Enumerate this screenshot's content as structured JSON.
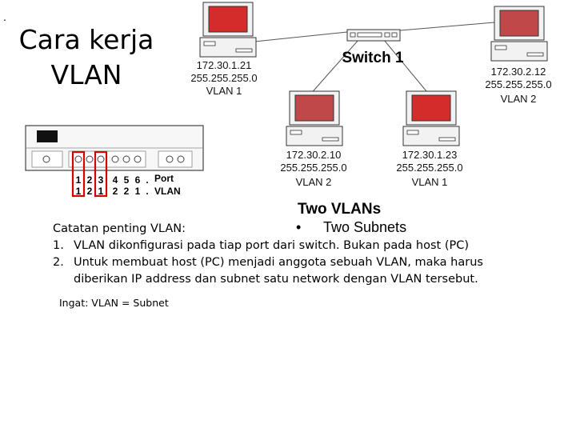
{
  "slide": {
    "marker": ".",
    "title_line1": "Cara kerja",
    "title_line2": "VLAN"
  },
  "diagram": {
    "switch_label": "Switch 1",
    "hosts": [
      {
        "ip": "172.30.1.21",
        "mask": "255.255.255.0",
        "vlan": "VLAN 1"
      },
      {
        "ip": "172.30.2.12",
        "mask": "255.255.255.0",
        "vlan": "VLAN 2"
      },
      {
        "ip": "172.30.2.10",
        "mask": "255.255.255.0",
        "vlan": "VLAN 2"
      },
      {
        "ip": "172.30.1.23",
        "mask": "255.255.255.0",
        "vlan": "VLAN 1"
      }
    ],
    "port_panel": {
      "port_numbers": [
        "1",
        "2",
        "3",
        "4",
        "5",
        "6",
        "."
      ],
      "vlan_numbers": [
        "1",
        "2",
        "1",
        "2",
        "2",
        "1",
        "."
      ],
      "port_label": "Port",
      "vlan_label": "VLAN"
    },
    "caption_title": "Two VLANs",
    "caption_bullet": "•",
    "caption_item": "Two Subnets"
  },
  "notes": {
    "heading": "Catatan penting VLAN:",
    "items": [
      {
        "num": "1.",
        "text": "VLAN dikonfigurasi pada tiap port dari switch.  Bukan pada host (PC)"
      },
      {
        "num": "2.",
        "text": "Untuk membuat host (PC) menjadi anggota sebuah VLAN, maka harus diberikan IP address dan subnet satu network dengan VLAN tersebut."
      }
    ],
    "reminder": "Ingat:  VLAN = Subnet"
  },
  "colors": {
    "screen_red": "#d42b2b",
    "screen_dim": "#c04848",
    "highlight": "#d40000"
  }
}
